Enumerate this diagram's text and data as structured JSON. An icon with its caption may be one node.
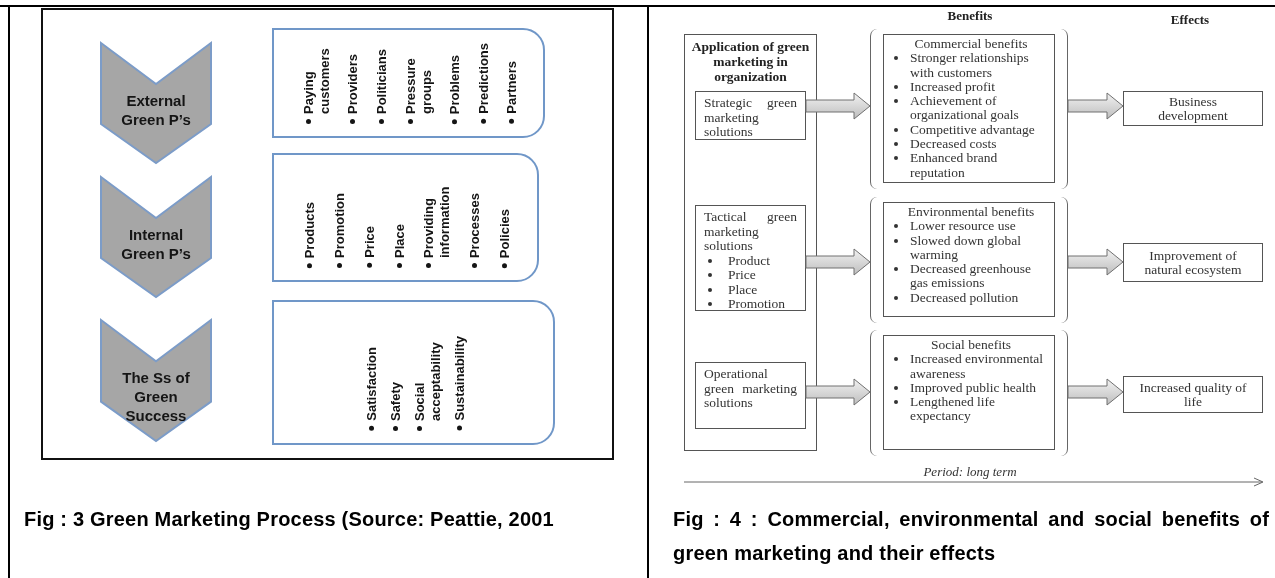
{
  "diagram": {
    "nodes": [
      {
        "text": [
          "External Green P’s"
        ]
      },
      {
        "text": [
          "Paying customers",
          "Providers",
          "Politicians",
          "Pressure groups",
          "Problems",
          "Predictions",
          "Partners"
        ]
      },
      {
        "text": [
          "Internal Green P’s"
        ]
      },
      {
        "text": [
          "Products",
          "Promotion",
          "Price",
          "Place",
          "Providing information",
          "Processes",
          "Policies"
        ]
      },
      {
        "text": [
          "The Ss of Green Success"
        ]
      },
      {
        "text": [
          "Satisfaction",
          "Safety",
          "Social acceptability",
          "Sustainability"
        ]
      },
      {
        "text": [
          "Application of green marketing in organization"
        ]
      },
      {
        "text": [
          "Strategic green marketing solutions"
        ],
        "in": 6
      },
      {
        "text": [
          "Tactical green marketing solutions",
          "Product",
          "Price",
          "Place",
          "Promotion"
        ],
        "in": 6
      },
      {
        "text": [
          "Operational green marketing solutions"
        ],
        "in": 6
      },
      {
        "text": [
          "Commercial benefits",
          "Stronger relationships with customers",
          "Increased profit",
          "Achievement of organizational goals",
          "Competitive advantage",
          "Decreased costs",
          "Enhanced brand reputation"
        ]
      },
      {
        "text": [
          "Environmental benefits",
          "Lower resource use",
          "Slowed down global warming",
          "Decreased greenhouse gas emissions",
          "Decreased pollution"
        ]
      },
      {
        "text": [
          "Social benefits",
          "Increased environmental awareness",
          "Improved public health",
          "Lengthened life expectancy"
        ]
      },
      {
        "text": [
          "Business development"
        ]
      },
      {
        "text": [
          "Improvement of natural ecosystem"
        ]
      },
      {
        "text": [
          "Increased quality of life"
        ]
      }
    ],
    "edges": [
      {
        "from": 7,
        "to": 10,
        "arrow": "to",
        "style": "thick"
      },
      {
        "from": 10,
        "to": 13,
        "arrow": "to",
        "style": "thick"
      },
      {
        "from": 8,
        "to": 11,
        "arrow": "to",
        "style": "thick"
      },
      {
        "from": 11,
        "to": 14,
        "arrow": "to",
        "style": "thick"
      },
      {
        "from": 9,
        "to": 12,
        "arrow": "to",
        "style": "thick"
      },
      {
        "from": 12,
        "to": 15,
        "arrow": "to",
        "style": "thick"
      }
    ],
    "labels": [
      "Benefits",
      "Effects",
      "Period: long term",
      "Fig : 3 Green Marketing Process (Source: Peattie, 2001",
      "Fig : 4 : Commercial, environmental and social benefits of green marketing and their effects"
    ]
  }
}
